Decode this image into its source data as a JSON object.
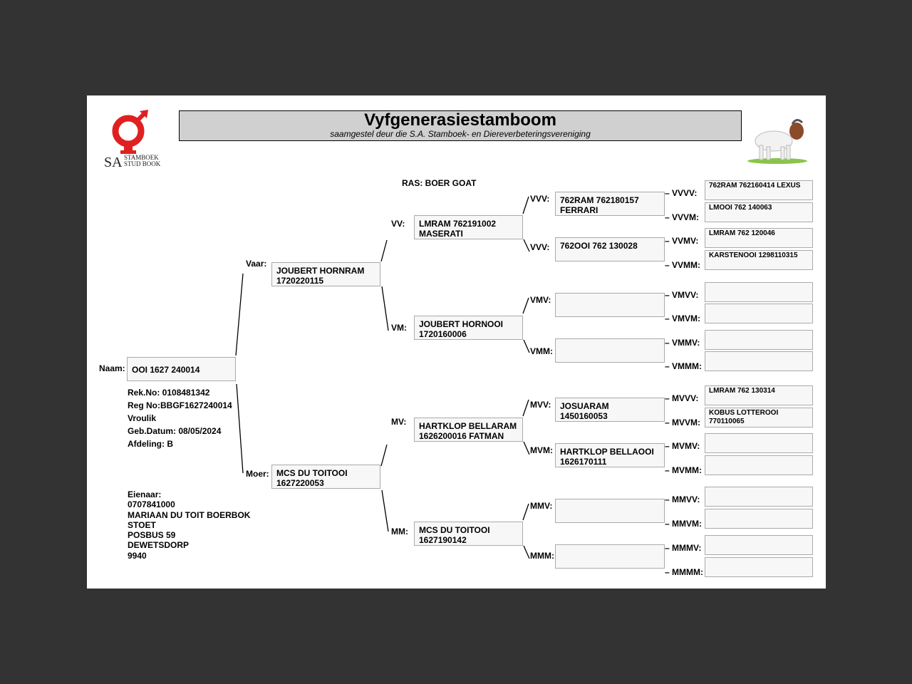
{
  "header": {
    "title": "Vyfgenerasiestamboom",
    "subtitle": "saamgestel deur die S.A. Stamboek- en Diereverbeteringsvereniging",
    "logo_text": "SA STAMBOEK STUD BOOK",
    "logo_color": "#e02020",
    "breed": "RAS: BOER GOAT"
  },
  "animal": {
    "label": "Naam:",
    "name": "OOI 1627 240014",
    "details": [
      "Rek.No: 0108481342",
      "Reg No:BBGF1627240014",
      "Vroulik",
      "Geb.Datum: 08/05/2024",
      "Afdeling: B"
    ]
  },
  "owner": {
    "lines": [
      "Eienaar:",
      "0707841000",
      "MARIAAN DU TOIT BOERBOK",
      "STOET",
      "POSBUS 59",
      "DEWETSDORP",
      "9940"
    ]
  },
  "gen2": [
    {
      "label": "Vaar:",
      "text": "JOUBERT HORNRAM\n1720220115"
    },
    {
      "label": "Moer:",
      "text": "MCS DU TOITOOI\n1627220053"
    }
  ],
  "gen3": [
    {
      "label": "VV:",
      "text": "LMRAM 762191002\nMASERATI"
    },
    {
      "label": "VM:",
      "text": "JOUBERT HORNOOI\n1720160006"
    },
    {
      "label": "MV:",
      "text": "HARTKLOP BELLARAM\n1626200016 FATMAN"
    },
    {
      "label": "MM:",
      "text": "MCS DU TOITOOI\n1627190142"
    }
  ],
  "gen4": [
    {
      "label": "VVV:",
      "text": "762RAM 762180157\nFERRARI"
    },
    {
      "label": "VVV:",
      "text": "762OOI 762 130028"
    },
    {
      "label": "VMV:",
      "text": ""
    },
    {
      "label": "VMM:",
      "text": ""
    },
    {
      "label": "MVV:",
      "text": "JOSUARAM\n1450160053"
    },
    {
      "label": "MVM:",
      "text": "HARTKLOP BELLAOOI\n1626170111"
    },
    {
      "label": "MMV:",
      "text": ""
    },
    {
      "label": "MMM:",
      "text": ""
    }
  ],
  "gen5": [
    {
      "label": "– VVVV:",
      "text": "762RAM 762160414 LEXUS"
    },
    {
      "label": "– VVVM:",
      "text": "LMOOI 762 140063"
    },
    {
      "label": "– VVMV:",
      "text": "LMRAM 762 120046"
    },
    {
      "label": "– VVMM:",
      "text": "KARSTENOOI 1298110315"
    },
    {
      "label": "– VMVV:",
      "text": ""
    },
    {
      "label": "– VMVM:",
      "text": ""
    },
    {
      "label": "– VMMV:",
      "text": ""
    },
    {
      "label": "– VMMM:",
      "text": ""
    },
    {
      "label": "– MVVV:",
      "text": "LMRAM 762 130314"
    },
    {
      "label": "– MVVM:",
      "text": "KOBUS LOTTEROOI\n770110065"
    },
    {
      "label": "– MVMV:",
      "text": ""
    },
    {
      "label": "– MVMM:",
      "text": ""
    },
    {
      "label": "– MMVV:",
      "text": ""
    },
    {
      "label": "– MMVM:",
      "text": ""
    },
    {
      "label": "– MMMV:",
      "text": ""
    },
    {
      "label": "– MMMM:",
      "text": ""
    }
  ]
}
